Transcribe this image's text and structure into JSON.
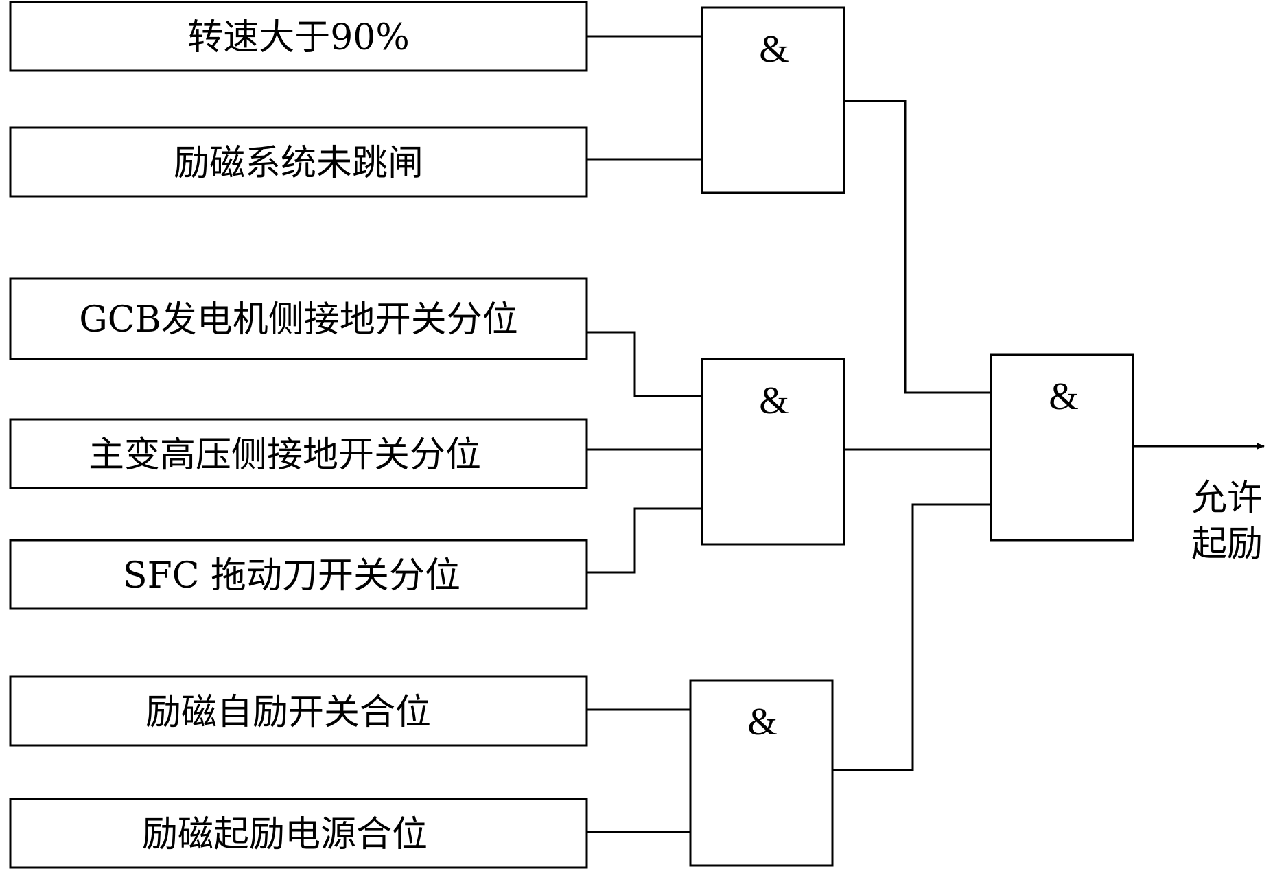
{
  "inputs": [
    {
      "label": "转速大于90%"
    },
    {
      "label": "励磁系统未跳闸"
    },
    {
      "label": "GCB发电机侧接地开关分位"
    },
    {
      "label": "主变高压侧接地开关分位"
    },
    {
      "label": "SFC 拖动刀开关分位"
    },
    {
      "label": "励磁自励开关合位"
    },
    {
      "label": "励磁起励电源合位"
    }
  ],
  "gates": [
    {
      "symbol": "&"
    },
    {
      "symbol": "&"
    },
    {
      "symbol": "&"
    },
    {
      "symbol": "&"
    }
  ],
  "output": {
    "line1": "允许",
    "line2": "起励"
  }
}
